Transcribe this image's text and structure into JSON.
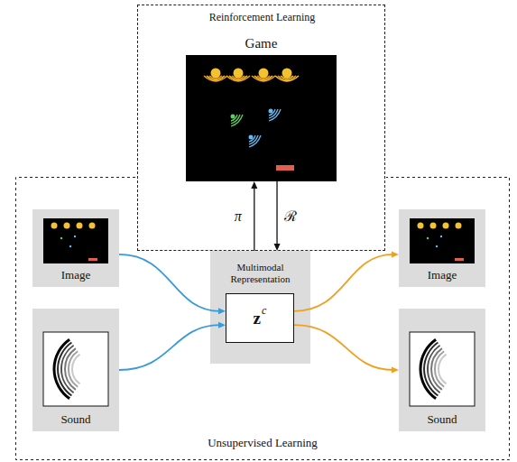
{
  "diagram": {
    "nodes": [
      {
        "text": [
          "Reinforcement Learning"
        ]
      },
      {
        "text": [
          "Game"
        ],
        "in": 0
      },
      {
        "text": [
          "Unsupervised Learning"
        ]
      },
      {
        "text": [
          "Image"
        ],
        "in": 2
      },
      {
        "text": [
          "Sound"
        ],
        "in": 2
      },
      {
        "text": [
          "Multimodal Representation"
        ],
        "in": 2
      },
      {
        "text": [
          "z",
          "c"
        ],
        "in": 5
      },
      {
        "text": [
          "Image"
        ],
        "in": 2
      },
      {
        "text": [
          "Sound"
        ],
        "in": 2
      }
    ],
    "edges": [
      {
        "from": 3,
        "to": 6,
        "arrow": "to"
      },
      {
        "from": 4,
        "to": 6,
        "arrow": "to"
      },
      {
        "from": 6,
        "to": 7,
        "arrow": "to"
      },
      {
        "from": 6,
        "to": 8,
        "arrow": "to"
      },
      {
        "from": 5,
        "to": 1,
        "label": "π",
        "arrow": "to"
      },
      {
        "from": 1,
        "to": 5,
        "label": "ℛ",
        "arrow": "to"
      }
    ]
  }
}
